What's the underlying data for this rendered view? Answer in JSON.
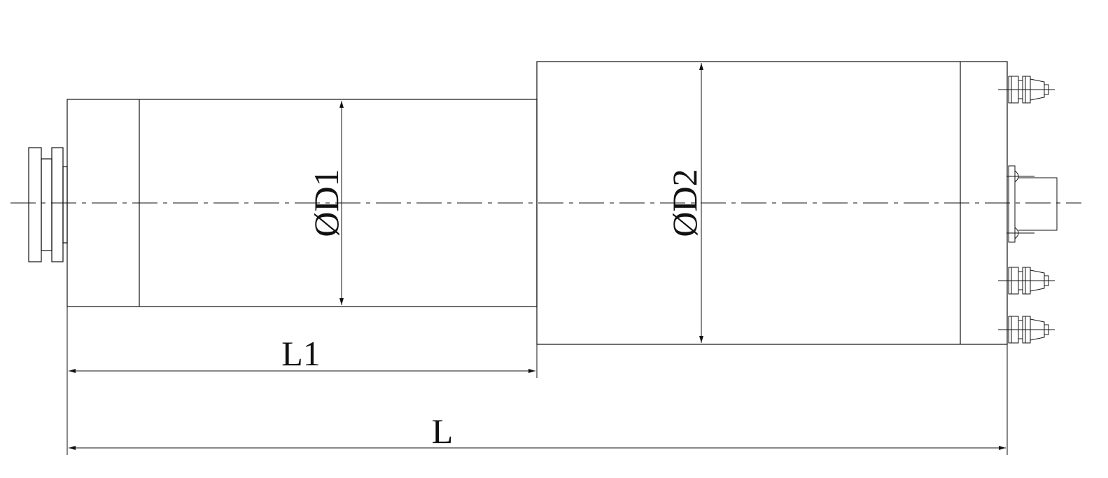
{
  "labels": {
    "d1": "ØD1",
    "d2": "ØD2",
    "l1": "L1",
    "l": "L"
  },
  "colors": {
    "line": "#111111",
    "background": "#ffffff"
  }
}
